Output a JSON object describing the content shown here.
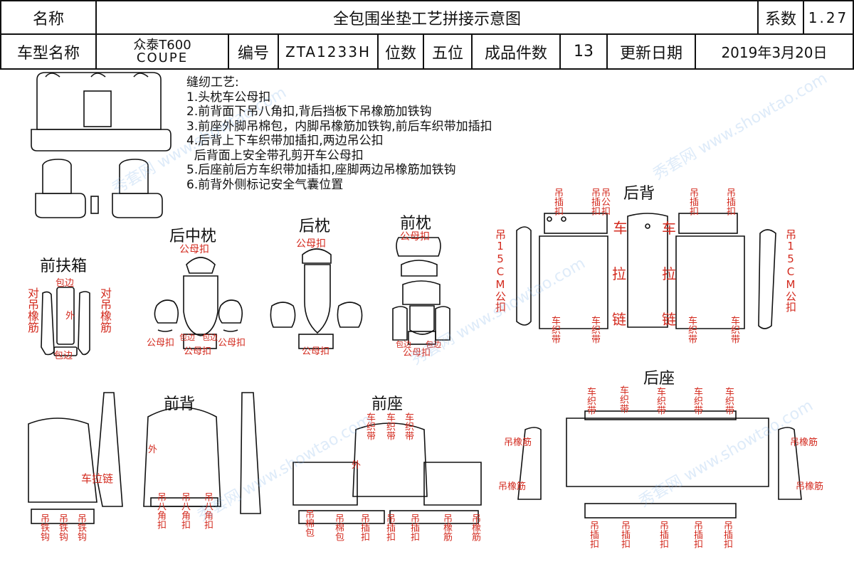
{
  "header": {
    "name_label": "名称",
    "title": "全包围坐垫工艺拼接示意图",
    "coef_label": "系数",
    "coef_value": "1.27",
    "model_label": "车型名称",
    "model_line1": "众泰T600",
    "model_line2": "COUPE",
    "code_label": "编号",
    "code_value": "ZTA1233H",
    "seats_label": "位数",
    "seats_value": "五位",
    "pieces_label": "成品件数",
    "pieces_value": "13",
    "date_label": "更新日期",
    "date_value": "2019年3月20日"
  },
  "notes": {
    "heading": "缝纫工艺:",
    "lines": [
      "1.头枕车公母扣",
      "2.前背面下吊八角扣,背后挡板下吊橡筋加铁钩",
      "3.前座外脚吊棉包，内脚吊橡筋加铁钩,前后车织带加插扣",
      "4.后背上下车织带加插扣,两边吊公扣",
      "  后背面上安全带孔剪开车公母扣",
      "5.后座前后方车织带加插扣,座脚两边吊橡筋加铁钩",
      "6.前背外侧标记安全气囊位置"
    ]
  },
  "sections": {
    "rear_back": "后背",
    "rear_center_pillow": "后中枕",
    "rear_pillow": "后枕",
    "front_pillow": "前枕",
    "front_armrest": "前扶箱",
    "front_back": "前背",
    "front_seat": "前座",
    "rear_seat": "后座"
  },
  "annotations": {
    "male_female_buckle": "公母扣",
    "edge_binding": "包边",
    "outer": "外",
    "hang_insert_buckle": "吊插扣",
    "hang_male_buckle": "吊公扣",
    "hang_15cm_male": "吊15CM公扣",
    "sew_zipper": "车拉链",
    "sew_webbing": "车织带",
    "opposite_hang_elastic": "对吊橡筋",
    "hang_iron_hook": "吊铁钩",
    "hang_octagon_buckle": "吊八角扣",
    "hang_cotton_pack": "吊棉包",
    "hang_elastic": "吊橡筋",
    "zipper_short": "车拉链",
    "sew_pull": "车",
    "pull": "拉",
    "chain": "链"
  },
  "watermark": "秀套网 www.showtao.com"
}
